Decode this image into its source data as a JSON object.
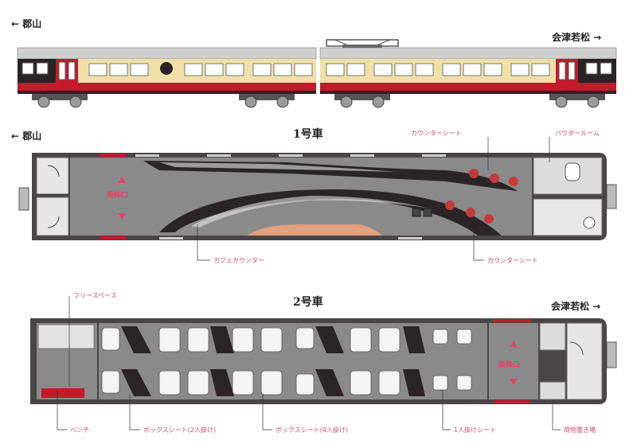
{
  "directions": {
    "left_top": "← 郡山",
    "right_top": "会津若松 →",
    "left_car1": "← 郡山",
    "right_car2": "会津若松 →"
  },
  "car1": {
    "title": "1号車",
    "door": "乗降口",
    "labels": {
      "counter_seat_top": "カウンターシート",
      "powder_room": "パウダールーム",
      "cafe_counter": "カフェカウンター",
      "counter_seat_bottom": "カウンターシート"
    }
  },
  "car2": {
    "title": "2号車",
    "door": "乗降口",
    "labels": {
      "free_space": "フリースペース",
      "bench": "ベンチ",
      "box_seat_2": "ボックスシート(2人掛け)",
      "box_seat_4": "ボックスシート(4人掛け)",
      "single_seat": "1人掛けシート",
      "luggage": "荷物置き場"
    }
  },
  "colors": {
    "accent_red": "#c41a2c",
    "cream": "#f0dfa8",
    "dark": "#2a2326",
    "floor_gray": "#8a8a8a",
    "label_pink": "#d24a6b"
  }
}
